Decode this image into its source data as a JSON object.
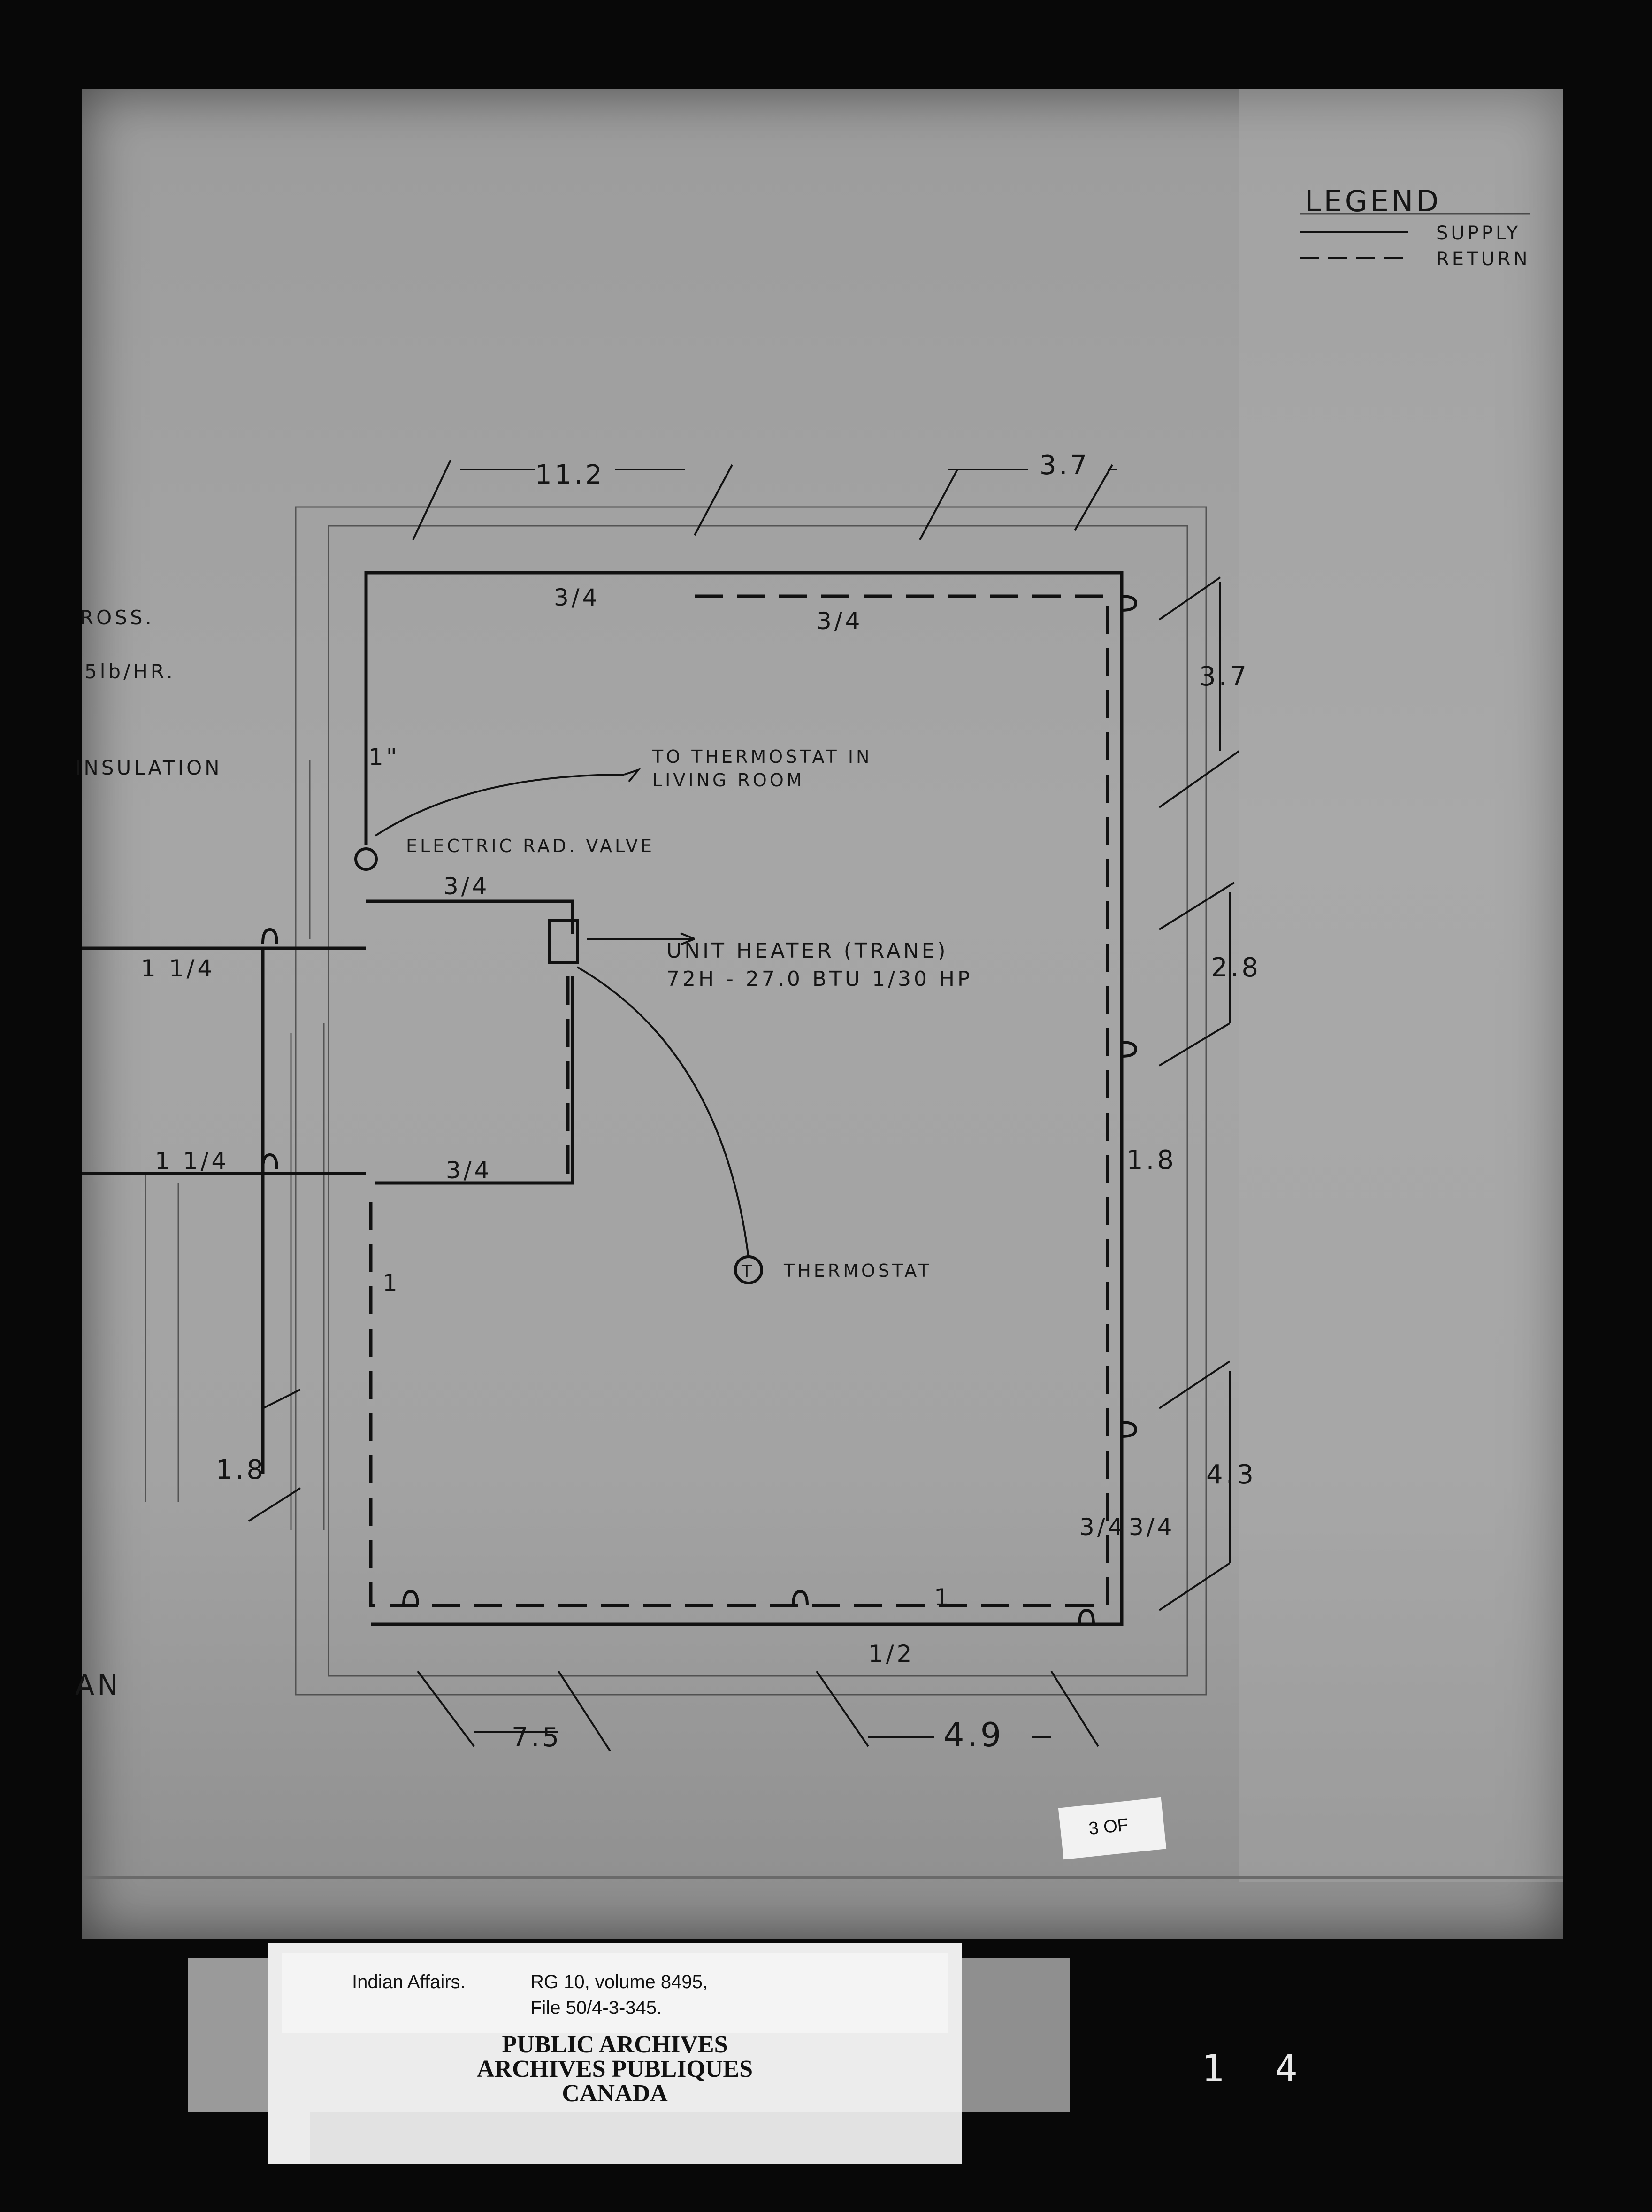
{
  "legend": {
    "title": "LEGEND",
    "supply_label": "SUPPLY",
    "return_label": "RETURN"
  },
  "notes": {
    "gross": "ROSS.",
    "rate": "5lb/HR.",
    "insulation": "INSULATION",
    "plan": "AN"
  },
  "labels": {
    "thermostat_note_line1": "TO THERMOSTAT IN",
    "thermostat_note_line2": "LIVING ROOM",
    "rad_valve": "ELECTRIC RAD. VALVE",
    "unit_heater_line1": "UNIT HEATER (TRANE)",
    "unit_heater_line2": "72H - 27.0 BTU 1/30 HP",
    "thermostat": "THERMOSTAT",
    "thermostat_symbol": "T"
  },
  "dimensions": {
    "top_left": "11.2",
    "top_right": "3.7",
    "right_1": "3.7",
    "right_2": "2.8",
    "right_3": "1.8",
    "right_4": "4.3",
    "bottom_left": "7.5",
    "bottom_right": "4.9",
    "left_1": "1.8"
  },
  "pipe_sizes": {
    "top_1": "3/4",
    "top_2": "3/4",
    "riser": "1\"",
    "valve_branch": "3/4",
    "main_upper": "1 1/4",
    "main_lower": "1 1/4",
    "heater_return": "3/4",
    "left_return": "1",
    "bottom_return": "1",
    "bottom_supply": "1/2",
    "right_a": "3/4",
    "right_b": "3/4"
  },
  "sheet_tag": "3 OF",
  "archive_card": {
    "fonds": "Indian Affairs.",
    "reference_line1": "RG 10, volume 8495,",
    "reference_line2": "File 50/4-3-345.",
    "institution_en": "PUBLIC ARCHIVES",
    "institution_fr": "ARCHIVES PUBLIQUES",
    "country": "CANADA"
  },
  "frame_counter": "1 4"
}
